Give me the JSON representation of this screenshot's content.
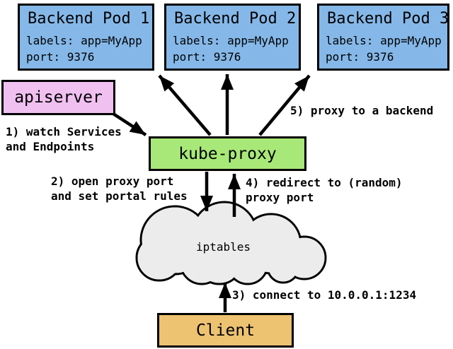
{
  "pods": [
    {
      "title": "Backend Pod 1",
      "labels": "labels: app=MyApp",
      "port": "port: 9376"
    },
    {
      "title": "Backend Pod 2",
      "labels": "labels: app=MyApp",
      "port": "port: 9376"
    },
    {
      "title": "Backend Pod 3",
      "labels": "labels: app=MyApp",
      "port": "port: 9376"
    }
  ],
  "nodes": {
    "apiserver": "apiserver",
    "kube_proxy": "kube-proxy",
    "iptables": "iptables",
    "client": "Client"
  },
  "steps": {
    "step1": "1) watch Services\nand Endpoints",
    "step2": "2) open proxy port\nand set portal rules",
    "step3": "3) connect to 10.0.0.1:1234",
    "step4": "4) redirect to (random)\nproxy port",
    "step5": "5) proxy to a backend"
  },
  "colors": {
    "pod_fill": "#85b8e8",
    "apiserver_fill": "#f0c0f0",
    "kube_proxy_fill": "#a8e878",
    "client_fill": "#edc271",
    "cloud_fill": "#ececec",
    "outline": "#000000"
  }
}
